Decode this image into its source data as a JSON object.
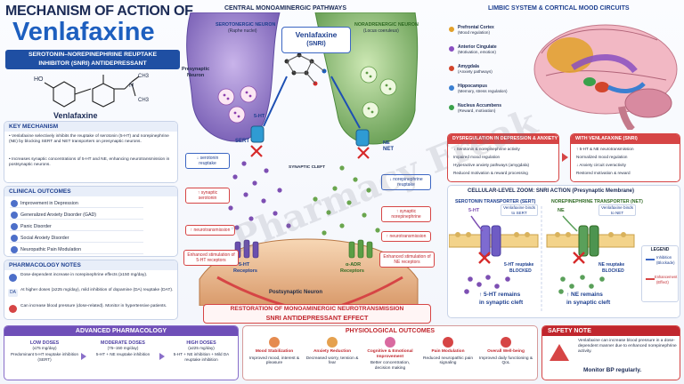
{
  "title": {
    "line1": "MECHANISM OF ACTION OF",
    "line2": "Venlafaxine",
    "band1": "SEROTONIN–NOREPINEPHRINE REUPTAKE",
    "band2": "INHIBITOR (SNRI) ANTIDEPRESSANT",
    "molecule_label": "Venlafaxine",
    "ch3a": "CH3",
    "ch3b": "CH3",
    "ho": "HO",
    "n": "N"
  },
  "key_mechanism": {
    "header": "KEY MECHANISM",
    "b1": "• Venlafaxine selectively inhibits the reuptake of serotonin (5-HT) and norepinephrine (NE) by blocking SERT and NET transporters on presynaptic neurons.",
    "b2": "• Increases synaptic concentrations of 5-HT and NE, enhancing neurotransmission in postsynaptic neurons."
  },
  "clinical": {
    "header": "CLINICAL OUTCOMES",
    "items": [
      "Improvement in Depression",
      "Generalized Anxiety Disorder (GAD)",
      "Panic Disorder",
      "Social Anxiety Disorder",
      "Neuropathic Pain Modulation"
    ]
  },
  "pharm_notes": {
    "header": "PHARMACOLOGY NOTES",
    "n1": "Dose-dependent increase in norepinephrine effects (≥150 mg/day).",
    "n2": "At higher doses (≥225 mg/day), mild inhibition of dopamine (DA) reuptake (DAT).",
    "n3": "Can increase blood pressure (dose-related). Monitor in hypertensive patients.",
    "da": "DA"
  },
  "center": {
    "header": "CENTRAL MONOAMINERGIC PATHWAYS",
    "sero_neuron": "SEROTONERGIC NEURON",
    "sero_sub": "(Raphe nuclei)",
    "nor_neuron": "NORADRENERGIC NEURON",
    "nor_sub": "(Locus coeruleus)",
    "drug": "Venlafaxine",
    "drug_sub": "(SNRI)",
    "presyn": "Presynaptic",
    "presyn2": "Neuron",
    "ht": "5-HT",
    "ne": "NE",
    "sert": "SERT",
    "net": "NET",
    "cleft": "SYNAPTIC CLEFT",
    "sero_reuptake": "↓ serotonin reuptake",
    "syn_sero": "↑ synaptic serotonin",
    "neuro1": "↑ neurotransmission",
    "enh1": "Enhanced stimulation of 5-HT receptors",
    "nor_reuptake": "↓ norepinephrine reuptake",
    "syn_nor": "↑ synaptic norepinephrine",
    "neuro2": "↑ neurotransmission",
    "enh2": "Enhanced stimulation of NE receptors",
    "ht_rec": "5-HT",
    "ht_rec2": "Receptors",
    "adr_rec": "α-ADR",
    "adr_rec2": "Receptors",
    "postsyn": "Postsynaptic Neuron",
    "restore1": "RESTORATION OF MONOAMINERGIC NEUROTRANSMISSION",
    "restore2": "SNRI ANTIDEPRESSANT EFFECT"
  },
  "limbic": {
    "header": "LIMBIC SYSTEM & CORTICAL MOOD CIRCUITS",
    "items": [
      {
        "name": "Prefrontal Cortex",
        "sub": "(Mood regulation)",
        "color": "#e2a12b"
      },
      {
        "name": "Anterior Cingulate",
        "sub": "(Motivation, emotion)",
        "color": "#8a4fc1"
      },
      {
        "name": "Amygdala",
        "sub": "(Anxiety pathways)",
        "color": "#d2452c"
      },
      {
        "name": "Hippocampus",
        "sub": "(Memory, stress regulation)",
        "color": "#3b7fd1"
      },
      {
        "name": "Nucleus Accumbens",
        "sub": "(Reward, motivation)",
        "color": "#3aa14b"
      }
    ]
  },
  "dysreg": {
    "header": "DYSREGULATION IN DEPRESSION & ANXIETY",
    "items": [
      "↓ Serotonin & norepinephrine activity",
      "Impaired mood regulation",
      "Hyperactive anxiety pathways (amygdala)",
      "Reduced motivation & reward processing"
    ]
  },
  "with_ven": {
    "header": "WITH VENLAFAXINE (SNRI)",
    "items": [
      "↑ 5-HT & NE neurotransmission",
      "Normalized mood regulation",
      "↓ Anxiety circuit overactivity",
      "Restored motivation & reward"
    ]
  },
  "cellular": {
    "header": "CELLULAR-LEVEL ZOOM: SNRI ACTION (Presynaptic Membrane)",
    "sert_title": "SEROTONIN TRANSPORTER (SERT)",
    "net_title": "NOREPINEPHRINE TRANSPORTER (NET)",
    "ht": "5-HT",
    "ne": "NE",
    "binds_sert": "Venlafaxine binds to SERT",
    "binds_net": "Venlafaxine binds to NET",
    "ht_block1": "5-HT reuptake",
    "ht_block2": "BLOCKED",
    "ne_block1": "NE reuptake",
    "ne_block2": "BLOCKED",
    "ht_remain1": "↑ 5-HT remains",
    "ht_remain2": "in synaptic cleft",
    "ne_remain1": "↑ NE remains",
    "ne_remain2": "in synaptic cleft",
    "legend": "LEGEND",
    "inhib": "Inhibition",
    "inhib2": "(Blockade)",
    "enh": "Enhancement",
    "enh2": "(Effect)"
  },
  "advanced": {
    "header": "ADVANCED PHARMACOLOGY",
    "low": "LOW DOSES",
    "low_r": "(≤75 mg/day)",
    "low_d": "Predominant 5-HT reuptake inhibition (SERT)",
    "mod": "MODERATE DOSES",
    "mod_r": "(75–150 mg/day)",
    "mod_d": "5-HT + NE reuptake inhibition",
    "high": "HIGH DOSES",
    "high_r": "(≥225 mg/day)",
    "high_d": "5-HT + NE inhibition + Mild DA reuptake inhibition"
  },
  "physio": {
    "header": "PHYSIOLOGICAL OUTCOMES",
    "items": [
      {
        "t": "Mood Stabilization",
        "d": "Improved mood, interest & pleasure"
      },
      {
        "t": "Anxiety Reduction",
        "d": "Decreased worry, tension & fear"
      },
      {
        "t": "Cognitive & Emotional Improvement",
        "d": "Better concentration, decision making"
      },
      {
        "t": "Pain Modulation",
        "d": "Reduced neuropathic pain signaling"
      },
      {
        "t": "Overall Well-being",
        "d": "Improved daily functioning & QoL"
      }
    ]
  },
  "safety": {
    "header": "SAFETY NOTE",
    "text": "Venlafaxine can increase blood pressure in a dose-dependent manner due to enhanced norepinephrine activity.",
    "monitor": "Monitor BP regularly."
  },
  "watermark": "Pharmacy Freak"
}
